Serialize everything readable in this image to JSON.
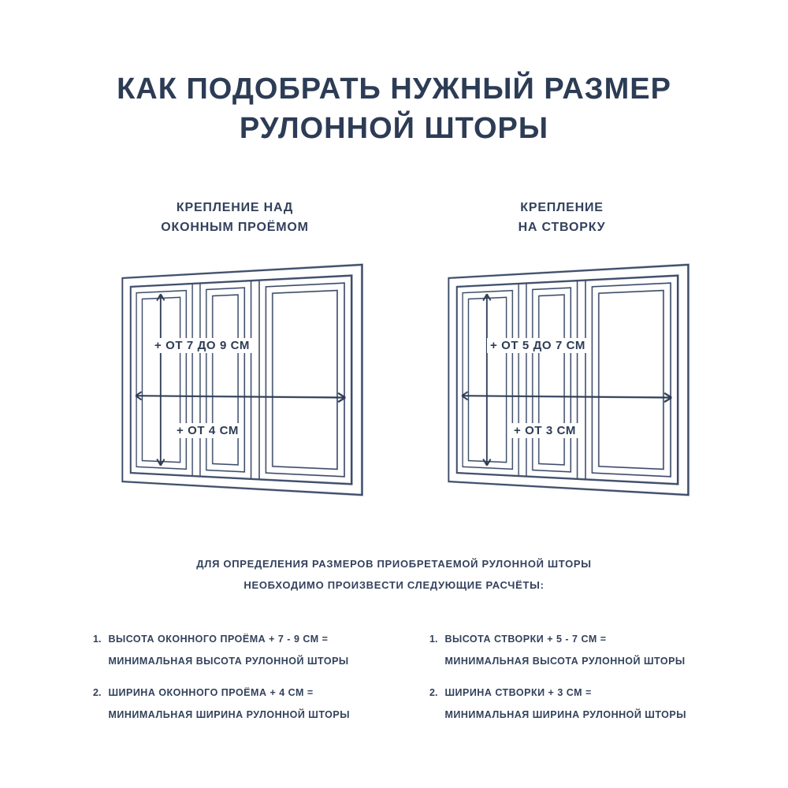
{
  "page": {
    "title_line1": "КАК ПОДОБРАТЬ НУЖНЫЙ РАЗМЕР",
    "title_line2": "РУЛОННОЙ ШТОРЫ"
  },
  "sections": {
    "left": {
      "heading_line1": "КРЕПЛЕНИЕ НАД",
      "heading_line2": "ОКОННЫМ ПРОЁМОМ",
      "height_label": "+ ОТ 7 ДО 9 СМ",
      "width_label": "+ ОТ 4 СМ"
    },
    "right": {
      "heading_line1": "КРЕПЛЕНИЕ",
      "heading_line2": "НА СТВОРКУ",
      "height_label": "+ ОТ 5 ДО 7 СМ",
      "width_label": "+ ОТ 3 СМ"
    }
  },
  "note": {
    "line1": "ДЛЯ ОПРЕДЕЛЕНИЯ РАЗМЕРОВ ПРИОБРЕТАЕМОЙ РУЛОННОЙ ШТОРЫ",
    "line2": "НЕОБХОДИМО ПРОИЗВЕСТИ СЛЕДУЮЩИЕ РАСЧЁТЫ:"
  },
  "calculations": {
    "left": [
      {
        "num": "1.",
        "line1": "ВЫСОТА ОКОННОГО ПРОЁМА + 7 - 9 СМ =",
        "line2": "МИНИМАЛЬНАЯ ВЫСОТА РУЛОННОЙ ШТОРЫ"
      },
      {
        "num": "2.",
        "line1": "ШИРИНА ОКОННОГО ПРОЁМА + 4 СМ =",
        "line2": "МИНИМАЛЬНАЯ ШИРИНА РУЛОННОЙ ШТОРЫ"
      }
    ],
    "right": [
      {
        "num": "1.",
        "line1": "ВЫСОТА СТВОРКИ + 5 - 7 СМ =",
        "line2": "МИНИМАЛЬНАЯ ВЫСОТА РУЛОННОЙ ШТОРЫ"
      },
      {
        "num": "2.",
        "line1": "ШИРИНА СТВОРКИ + 3 СМ =",
        "line2": "МИНИМАЛЬНАЯ ШИРИНА РУЛОННОЙ ШТОРЫ"
      }
    ]
  },
  "colors": {
    "text": "#2d3c55",
    "window_line": "#3e4d6a",
    "arrow_line": "#2d3c55",
    "background": "#ffffff"
  }
}
